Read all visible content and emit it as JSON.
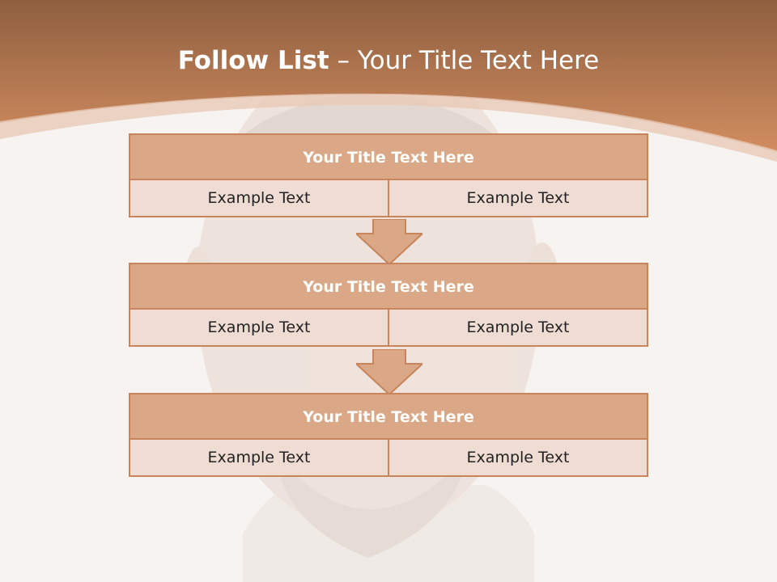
{
  "slide": {
    "title_bold": "Follow List",
    "title_rest": " – Your Title Text Here"
  },
  "blocks": [
    {
      "title": "Your Title Text Here",
      "cells": [
        "Example Text",
        "Example Text"
      ]
    },
    {
      "title": "Your Title Text Here",
      "cells": [
        "Example Text",
        "Example Text"
      ]
    },
    {
      "title": "Your Title Text Here",
      "cells": [
        "Example Text",
        "Example Text"
      ]
    }
  ],
  "colors": {
    "header_band": "#c88a62",
    "block_header": "#dba887",
    "block_cell": "#efdcd3",
    "border": "#c8845a",
    "arrow": "#dba887"
  }
}
